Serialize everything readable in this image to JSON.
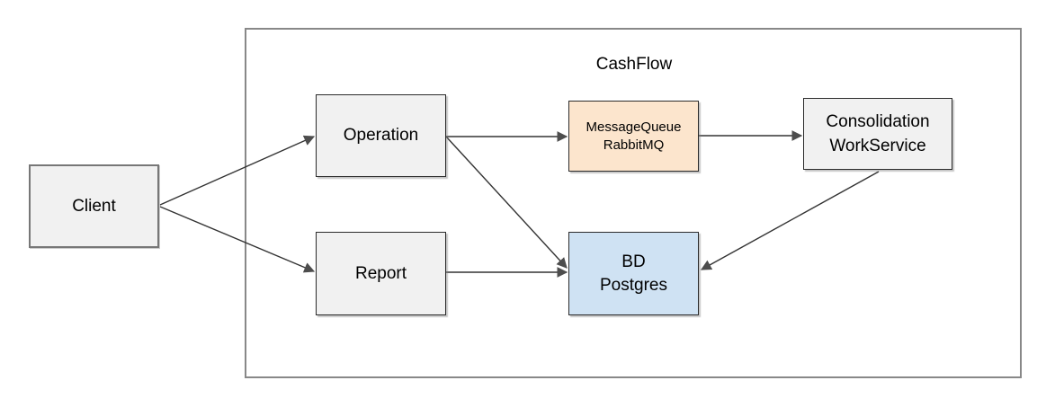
{
  "diagram": {
    "title": "CashFlow",
    "container": {
      "label": "CashFlow",
      "contains": [
        "operation",
        "report",
        "message_queue",
        "consolidation",
        "bd_postgres"
      ]
    },
    "nodes": {
      "client": {
        "label": "Client",
        "fill": "#f1f1f1",
        "border": "#777777"
      },
      "operation": {
        "label": "Operation",
        "fill": "#f1f1f1",
        "border": "#2b2b2b"
      },
      "report": {
        "label": "Report",
        "fill": "#f1f1f1",
        "border": "#2b2b2b"
      },
      "message_queue": {
        "line1": "MessageQueue",
        "line2": "RabbitMQ",
        "fill": "#fce5cd",
        "border": "#2b2b2b"
      },
      "consolidation": {
        "line1": "Consolidation",
        "line2": "WorkService",
        "fill": "#f1f1f1",
        "border": "#2b2b2b"
      },
      "bd_postgres": {
        "line1": "BD",
        "line2": "Postgres",
        "fill": "#cfe2f3",
        "border": "#2b2b2b"
      }
    },
    "edges": [
      {
        "from": "client",
        "to": "operation"
      },
      {
        "from": "client",
        "to": "report"
      },
      {
        "from": "operation",
        "to": "message_queue"
      },
      {
        "from": "message_queue",
        "to": "consolidation"
      },
      {
        "from": "operation",
        "to": "bd_postgres"
      },
      {
        "from": "report",
        "to": "bd_postgres"
      },
      {
        "from": "consolidation",
        "to": "bd_postgres"
      }
    ],
    "colors": {
      "node_gray": "#f1f1f1",
      "node_orange": "#fce5cd",
      "node_blue": "#cfe2f3",
      "frame_border": "#888888",
      "node_border_dark": "#2b2b2b",
      "arrow": "#333333"
    }
  }
}
